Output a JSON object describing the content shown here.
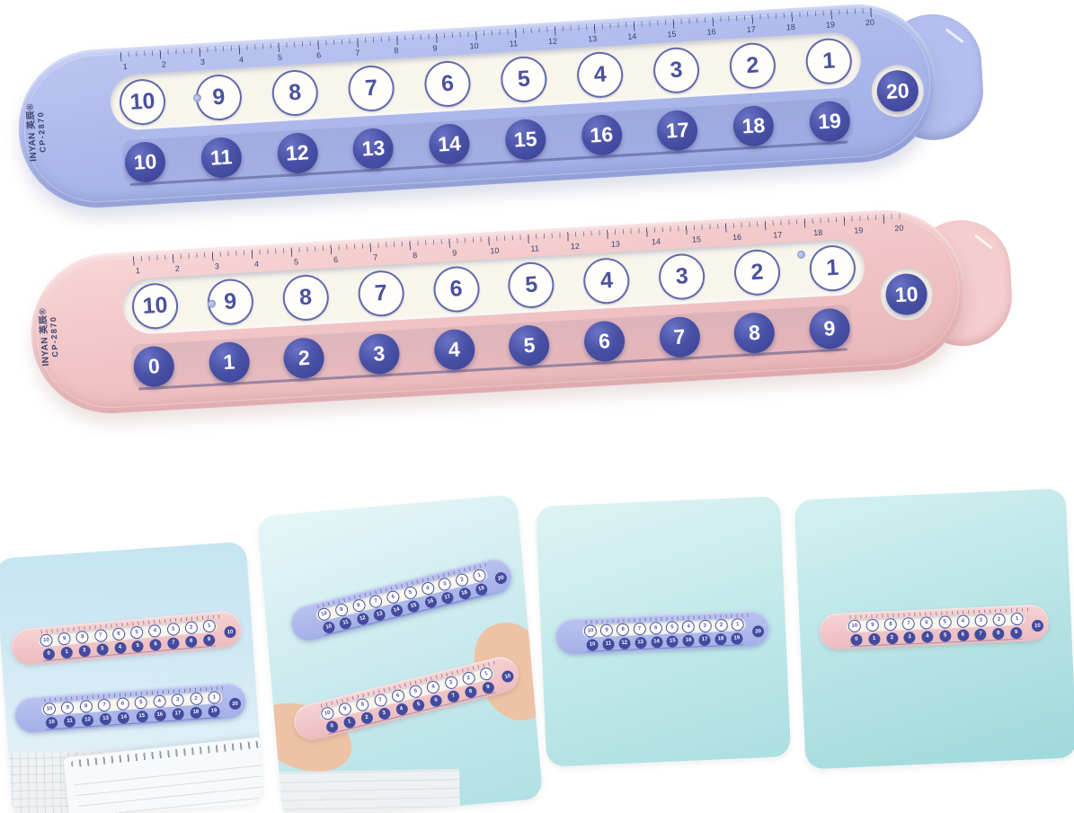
{
  "product": {
    "scale_numbers": [
      "1",
      "2",
      "3",
      "4",
      "5",
      "6",
      "7",
      "8",
      "9",
      "10",
      "11",
      "12",
      "13",
      "14",
      "15",
      "16",
      "17",
      "18",
      "19",
      "20"
    ]
  },
  "rulers": {
    "blue": {
      "brand": "INYAN 英辰®",
      "model": "CP-2870",
      "top_row": [
        "10",
        "9",
        "8",
        "7",
        "6",
        "5",
        "4",
        "3",
        "2",
        "1"
      ],
      "bottom_row": [
        "10",
        "11",
        "12",
        "13",
        "14",
        "15",
        "16",
        "17",
        "18",
        "19"
      ],
      "end_value": "20",
      "colors": {
        "body": "#aab6ea",
        "bead": "#434b9f",
        "track": "#f8f5ec"
      }
    },
    "pink": {
      "brand": "INYAN 英辰®",
      "model": "CP-2870",
      "top_row": [
        "10",
        "9",
        "8",
        "7",
        "6",
        "5",
        "4",
        "3",
        "2",
        "1"
      ],
      "bottom_row": [
        "0",
        "1",
        "2",
        "3",
        "4",
        "5",
        "6",
        "7",
        "8",
        "9"
      ],
      "end_value": "10",
      "colors": {
        "body": "#f1c5c7",
        "bead": "#434b9f",
        "track": "#f8f5ec"
      }
    }
  }
}
